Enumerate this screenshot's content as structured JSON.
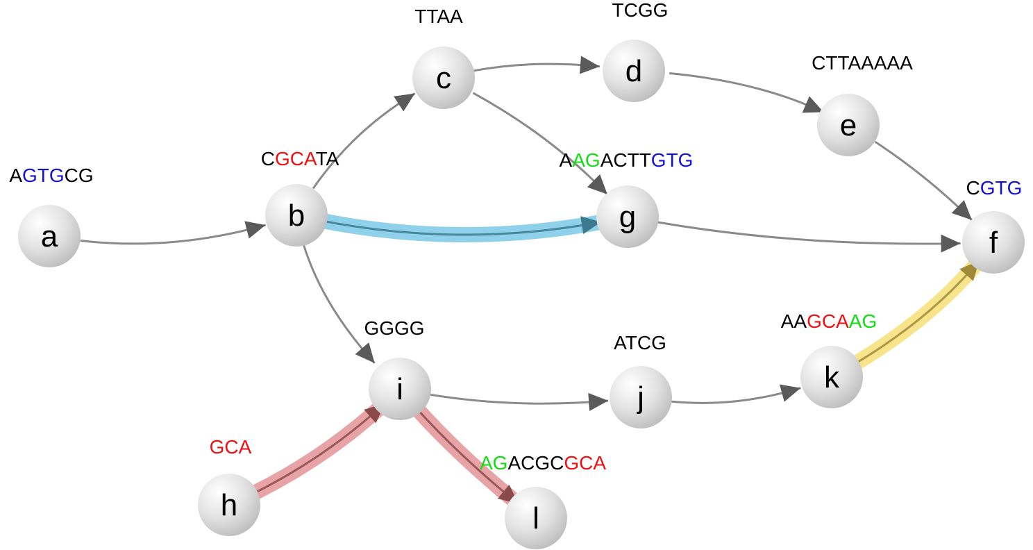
{
  "colors": {
    "edge": "#8a8a8a",
    "arrow": "#5a5a5a",
    "black": "#000000",
    "red": "#ee1111",
    "blue": "#1111dd",
    "green": "#11dd11",
    "highlight_blue": "#8fd0ea",
    "highlight_red": "#e8a3a6",
    "highlight_yellow": "#f8e48a"
  },
  "nodes": [
    {
      "id": "a",
      "label": "a",
      "sequence": [
        {
          "text": "A",
          "color": "black"
        },
        {
          "text": "GTG",
          "color": "blue"
        },
        {
          "text": "CG",
          "color": "black"
        }
      ]
    },
    {
      "id": "b",
      "label": "b",
      "sequence": [
        {
          "text": "C",
          "color": "black"
        },
        {
          "text": "GCA",
          "color": "red"
        },
        {
          "text": "TA",
          "color": "black"
        }
      ]
    },
    {
      "id": "c",
      "label": "c",
      "sequence": [
        {
          "text": "TTAA",
          "color": "black"
        }
      ]
    },
    {
      "id": "d",
      "label": "d",
      "sequence": [
        {
          "text": "TCGG",
          "color": "black"
        }
      ]
    },
    {
      "id": "e",
      "label": "e",
      "sequence": [
        {
          "text": "CTTAAAAA",
          "color": "black"
        }
      ]
    },
    {
      "id": "f",
      "label": "f",
      "sequence": [
        {
          "text": "C",
          "color": "black"
        },
        {
          "text": "GTG",
          "color": "blue"
        }
      ]
    },
    {
      "id": "g",
      "label": "g",
      "sequence": [
        {
          "text": "A",
          "color": "black"
        },
        {
          "text": "AG",
          "color": "green"
        },
        {
          "text": "ACTT",
          "color": "black"
        },
        {
          "text": "GTG",
          "color": "blue"
        }
      ]
    },
    {
      "id": "h",
      "label": "h",
      "sequence": [
        {
          "text": "GCA",
          "color": "red"
        }
      ]
    },
    {
      "id": "i",
      "label": "i",
      "sequence": [
        {
          "text": "GGGG",
          "color": "black"
        }
      ]
    },
    {
      "id": "j",
      "label": "j",
      "sequence": [
        {
          "text": "ATCG",
          "color": "black"
        }
      ]
    },
    {
      "id": "k",
      "label": "k",
      "sequence": [
        {
          "text": "AA",
          "color": "black"
        },
        {
          "text": "GCA",
          "color": "red"
        },
        {
          "text": "AG",
          "color": "green"
        }
      ]
    },
    {
      "id": "l",
      "label": "l",
      "sequence": [
        {
          "text": "AG",
          "color": "green"
        },
        {
          "text": "ACGC",
          "color": "black"
        },
        {
          "text": "GCA",
          "color": "red"
        }
      ]
    }
  ],
  "edges": [
    {
      "from": "a",
      "to": "b"
    },
    {
      "from": "b",
      "to": "c"
    },
    {
      "from": "c",
      "to": "d"
    },
    {
      "from": "d",
      "to": "e"
    },
    {
      "from": "e",
      "to": "f"
    },
    {
      "from": "c",
      "to": "g"
    },
    {
      "from": "g",
      "to": "f"
    },
    {
      "from": "b",
      "to": "i"
    },
    {
      "from": "i",
      "to": "j"
    },
    {
      "from": "j",
      "to": "k"
    }
  ],
  "highlighted_edges": [
    {
      "from": "b",
      "to": "g",
      "highlight": "highlight_blue"
    },
    {
      "from": "h",
      "to": "i",
      "highlight": "highlight_red"
    },
    {
      "from": "i",
      "to": "l",
      "highlight": "highlight_red"
    },
    {
      "from": "k",
      "to": "f",
      "highlight": "highlight_yellow"
    }
  ]
}
